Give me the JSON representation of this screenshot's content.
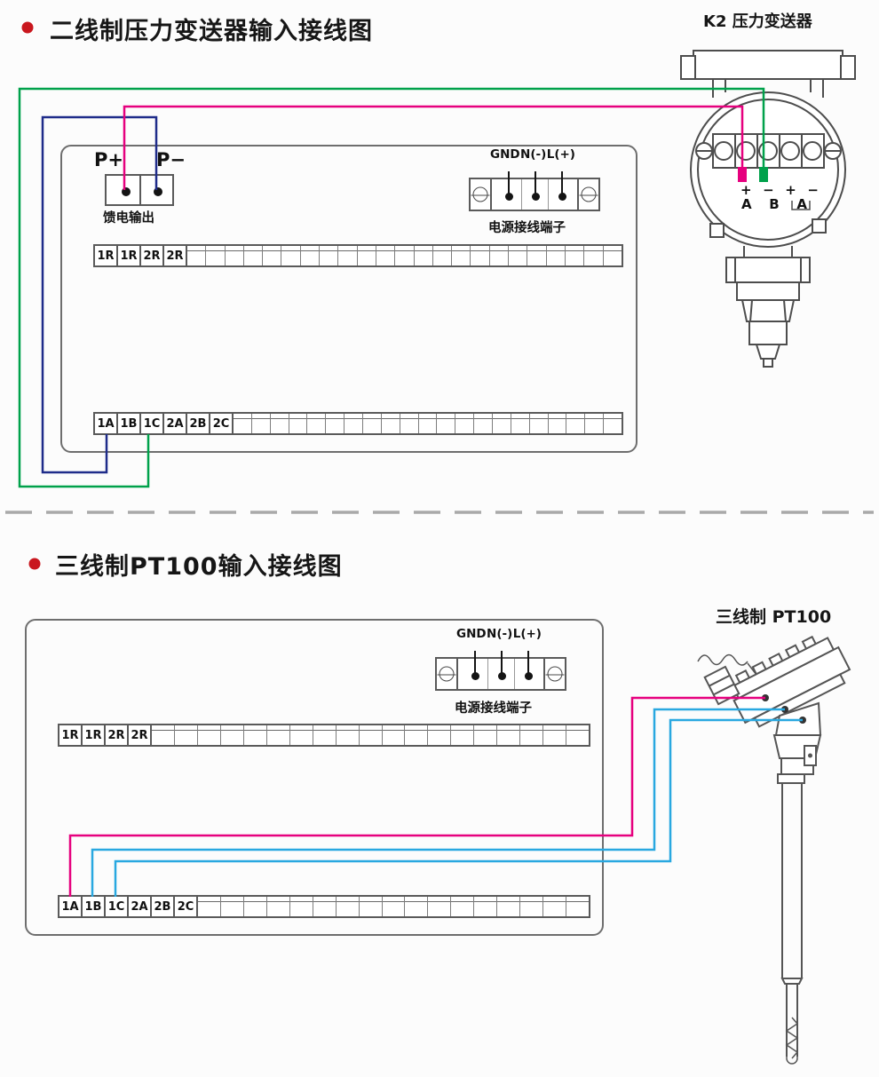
{
  "colors": {
    "magenta": "#e6007e",
    "green": "#00a14b",
    "navy": "#1f2c8a",
    "cyan": "#29a8e0",
    "bullet_red": "#c9171e"
  },
  "section1": {
    "title": "二线制压力变送器输入接线图",
    "device_label": "K2 压力变送器",
    "feed": {
      "p_plus": "P+",
      "p_minus": "P−",
      "caption": "馈电输出"
    },
    "power": {
      "labels": [
        "GND",
        "N(-)",
        "L(+)"
      ],
      "caption": "电源接线端子"
    },
    "strip_r": [
      "1R",
      "1R",
      "2R",
      "2R"
    ],
    "strip_a": [
      "1A",
      "1B",
      "1C",
      "2A",
      "2B",
      "2C"
    ],
    "transmitter": {
      "signs": [
        "+",
        "−",
        "+",
        "−"
      ],
      "letters": [
        "A",
        "B",
        "A"
      ]
    }
  },
  "section2": {
    "title": "三线制PT100输入接线图",
    "device_label": "三线制  PT100",
    "power": {
      "labels": [
        "GND",
        "N(-)",
        "L(+)"
      ],
      "caption": "电源接线端子"
    },
    "strip_r": [
      "1R",
      "1R",
      "2R",
      "2R"
    ],
    "strip_a": [
      "1A",
      "1B",
      "1C",
      "2A",
      "2B",
      "2C"
    ]
  }
}
